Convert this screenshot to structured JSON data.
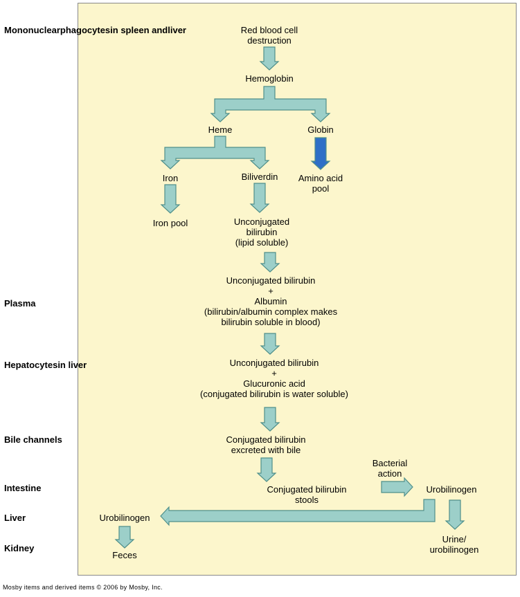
{
  "colors": {
    "panel": "#fcf6cc",
    "arrow_fill": "#9ccfc9",
    "arrow_stroke": "#4f8f8a",
    "globin_arrow": "#2e6fc7"
  },
  "side_labels": [
    "Mononuclear\nphagocytes\nin spleen and\nliver",
    "Plasma",
    "Hepatocytes\nin liver",
    "Bile channels",
    "Intestine",
    "Liver",
    "Kidney"
  ],
  "nodes": {
    "rbc": "Red blood cell\ndestruction",
    "hemoglobin": "Hemoglobin",
    "heme": "Heme",
    "globin": "Globin",
    "iron": "Iron",
    "biliverdin": "Biliverdin",
    "amino_acid_pool": "Amino acid\npool",
    "iron_pool": "Iron pool",
    "unconj_lipid": "Unconjugated\nbilirubin\n(lipid soluble)",
    "plasma_complex": "Unconjugated bilirubin\n+\nAlbumin\n(bilirubin/albumin complex makes\nbilirubin soluble in blood)",
    "hepatocyte_complex": "Unconjugated bilirubin\n+\nGlucuronic acid\n(conjugated bilirubin is water soluble)",
    "conj_bile": "Conjugated bilirubin\nexcreted with bile",
    "conj_stools": "Conjugated bilirubin\nstools",
    "bacterial_action": "Bacterial\naction",
    "urobilinogen_intestine": "Urobilinogen",
    "urobilinogen_liver": "Urobilinogen",
    "feces": "Feces",
    "urine": "Urine/\nurobilinogen"
  },
  "footer": "Mosby items and derived items © 2006 by Mosby, Inc."
}
